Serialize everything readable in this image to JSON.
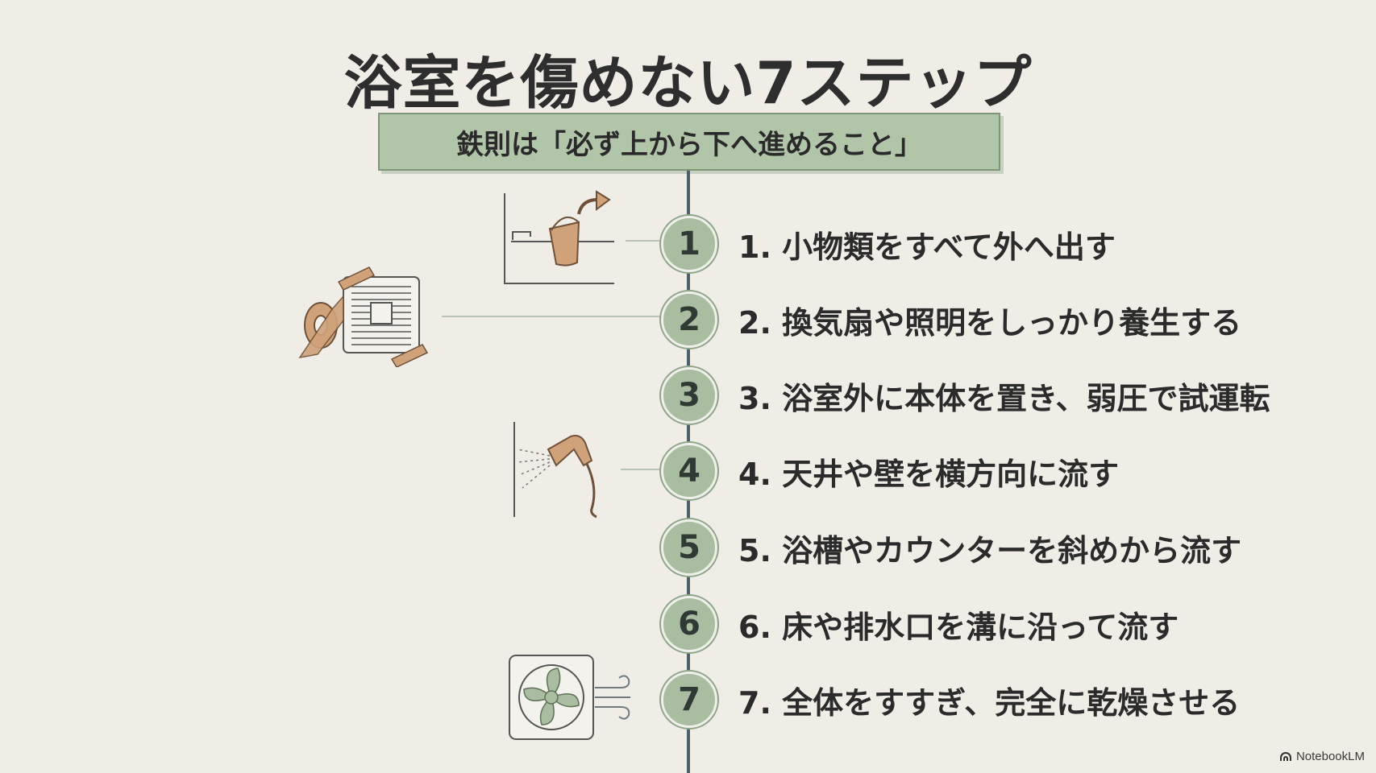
{
  "title": "浴室を傷めない7ステップ",
  "subtitle": "鉄則は「必ず上から下へ進めること」",
  "steps": [
    {
      "num": "1",
      "text": "1. 小物類をすべて外へ出す"
    },
    {
      "num": "2",
      "text": "2. 換気扇や照明をしっかり養生する"
    },
    {
      "num": "3",
      "text": "3. 浴室外に本体を置き、弱圧で試運転"
    },
    {
      "num": "4",
      "text": "4. 天井や壁を横方向に流す"
    },
    {
      "num": "5",
      "text": "5. 浴槽やカウンターを斜めから流す"
    },
    {
      "num": "6",
      "text": "6. 床や排水口を溝に沿って流す"
    },
    {
      "num": "7",
      "text": "7. 全体をすすぎ、完全に乾燥させる"
    }
  ],
  "icons": {
    "step1": "bucket-out-of-bath-icon",
    "step2": "taped-vent-icon",
    "step4": "shower-spray-icon",
    "step7": "ventilation-fan-icon"
  },
  "colors": {
    "accent": "#a9bda1",
    "icon": "#c9a079",
    "line": "#4d5f6b"
  },
  "brand": "NotebookLM"
}
